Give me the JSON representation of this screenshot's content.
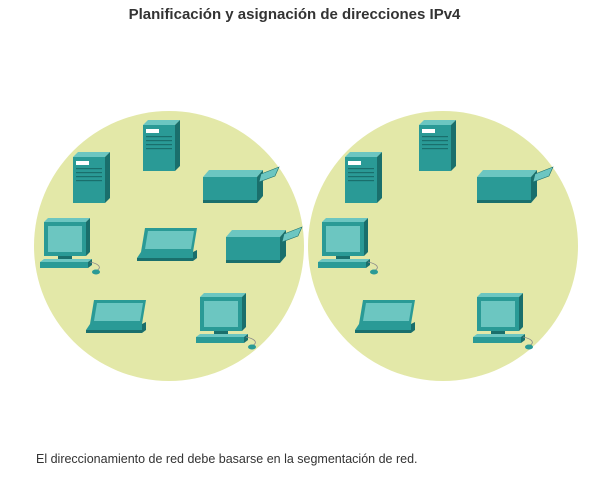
{
  "title": "Planificación y asignación de direcciones IPv4",
  "caption": "El direccionamiento de red debe basarse en la segmentación de red.",
  "colors": {
    "segment_fill": "#e3e8a8",
    "device_main": "#2a9a96",
    "device_dark": "#1a6f6c",
    "device_light": "#6cc6c1"
  },
  "segments": [
    {
      "name": "segment-left",
      "devices": [
        "server",
        "server",
        "printer",
        "printer",
        "pc",
        "laptop",
        "laptop",
        "pc"
      ]
    },
    {
      "name": "segment-right",
      "devices": [
        "server",
        "server",
        "printer",
        "pc",
        "laptop",
        "pc"
      ]
    }
  ]
}
